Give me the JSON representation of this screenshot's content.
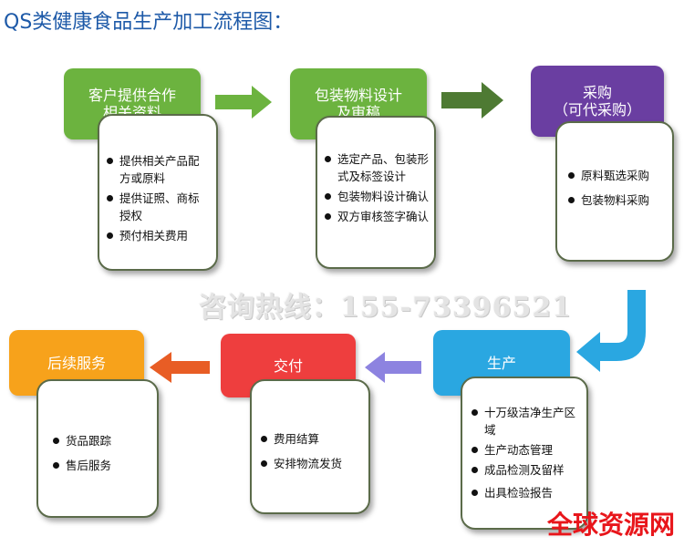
{
  "title": "QS类健康食品生产加工流程图：",
  "hotline": "咨询热线：155-73396521",
  "watermark": "全球资源网",
  "colors": {
    "green": "#6cb33f",
    "purple": "#6a3ea1",
    "blue": "#2aa7e1",
    "red": "#ee3e3e",
    "orange": "#f7a21b"
  },
  "stages": [
    {
      "id": "client",
      "title": "客户提供合作相关资料",
      "items": [
        "提供相关产品配方或原料",
        "提供证照、商标授权",
        "预付相关费用"
      ]
    },
    {
      "id": "packaging",
      "title": "包装物料设计及审稿",
      "items": [
        "选定产品、包装形式及标签设计",
        "包装物料设计确认",
        "双方审核签字确认"
      ]
    },
    {
      "id": "purchase",
      "title": "采购\n（可代采购）",
      "items": [
        "原料甄选采购",
        "包装物料采购"
      ]
    },
    {
      "id": "production",
      "title": "生产",
      "items": [
        "十万级洁净生产区域",
        "生产动态管理",
        "成品检测及留样",
        "出具检验报告"
      ]
    },
    {
      "id": "delivery",
      "title": "交付",
      "items": [
        "费用结算",
        "安排物流发货"
      ]
    },
    {
      "id": "aftersales",
      "title": "后续服务",
      "items": [
        "货品跟踪",
        "售后服务"
      ]
    }
  ]
}
